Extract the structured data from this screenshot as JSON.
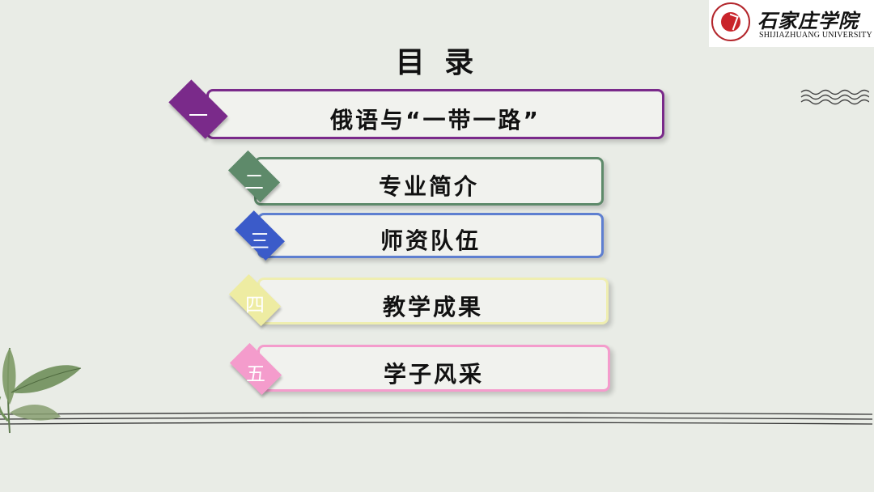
{
  "logo": {
    "cn": "石家庄学院",
    "en": "SHIJIAZHUANG UNIVERSITY"
  },
  "title": "目 录",
  "items": [
    {
      "number": "一",
      "label": "俄语与“一带一路”",
      "color": "#7a2a8a"
    },
    {
      "number": "二",
      "label": "专业简介",
      "color": "#5e8a6a"
    },
    {
      "number": "三",
      "label": "师资队伍",
      "color": "#3b5bc9"
    },
    {
      "number": "四",
      "label": "教学成果",
      "color": "#eeeca2"
    },
    {
      "number": "五",
      "label": "学子风采",
      "color": "#f49ccc"
    }
  ]
}
